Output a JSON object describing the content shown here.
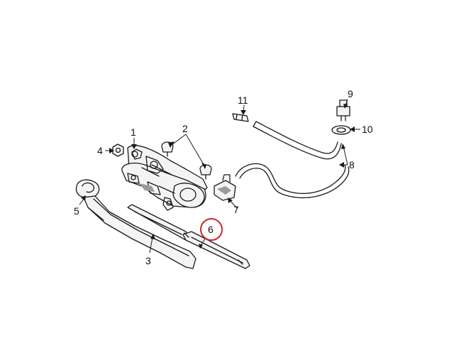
{
  "callouts": {
    "c1": "1",
    "c2": "2",
    "c3": "3",
    "c4": "4",
    "c5": "5",
    "c6": "6",
    "c7": "7",
    "c8": "8",
    "c9": "9",
    "c10": "10",
    "c11": "11"
  },
  "highlighted_callout": "6",
  "colors": {
    "line": "#1a1a1a",
    "highlight_ring": "#d2232a",
    "background": "#ffffff"
  }
}
